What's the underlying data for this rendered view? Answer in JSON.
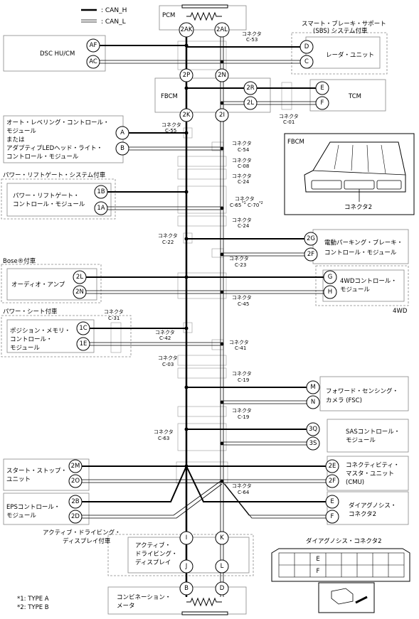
{
  "legend": {
    "can_h": ": CAN_H",
    "can_l": ": CAN_L"
  },
  "modules": {
    "pcm": "PCM",
    "sbs_note_1": "スマート・ブレーキ・サポート",
    "sbs_note_2": "(SBS) システム付車",
    "dsc": "DSC HU/CM",
    "radar": "レーダ・ユニット",
    "fbcm": "FBCM",
    "tcm": "TCM",
    "leveling_1": "オート・レベリング・コントロール・",
    "leveling_2": "モジュール",
    "leveling_3": "または",
    "leveling_4": "アダプティブLEDヘッド・ライト・",
    "leveling_5": "コントロール・モジュール",
    "liftgate_note": "パワー・リフトゲート・システム付車",
    "liftgate_1": "パワー・リフトゲート・",
    "liftgate_2": "コントロール・モジュール",
    "epb_1": "電動パーキング・ブレーキ・",
    "epb_2": "コントロール・モジュール",
    "bose_note": "Bose®付車",
    "audio": "オーディオ・アンプ",
    "awd_1": "4WDコントロール・",
    "awd_2": "モジュール",
    "awd_note": "4WD",
    "seat_note": "パワー・シート付車",
    "seat_1": "ポジション・メモリ・",
    "seat_2": "コントロール・",
    "seat_3": "モジュール",
    "fsc_1": "フォワード・センシング・",
    "fsc_2": "カメラ (FSC)",
    "sas_1": "SASコントロール・",
    "sas_2": "モジュール",
    "ss_1": "スタート・ストップ・",
    "ss_2": "ユニット",
    "cmu_1": "コネクティビティ・",
    "cmu_2": "マスタ・ユニット",
    "cmu_3": "(CMU)",
    "eps_1": "EPSコントロール・",
    "eps_2": "モジュール",
    "diag_1": "ダイアグノシス・",
    "diag_2": "コネクタ2",
    "add_note_1": "アクティブ・ドライビング・",
    "add_note_2": "ディスプレイ付車",
    "add_1": "アクティブ・",
    "add_2": "ドライビング・",
    "add_3": "ディスプレイ",
    "combi_1": "コンビネーション・",
    "combi_2": "メータ",
    "fbcm_inset_title": "FBCM",
    "fbcm_inset_conn": "コネクタ2",
    "diag_inset_title": "ダイアグノシス・コネクタ2"
  },
  "connector_word": "コネクタ",
  "connectors": {
    "c53": "C-53",
    "c55": "C-55",
    "c01": "C-01",
    "c54": "C-54",
    "c08": "C-08",
    "c24a": "C-24",
    "c65": "C-65",
    "c70": "C-70",
    "c24b": "C-24",
    "c22": "C-22",
    "c23": "C-23",
    "c45": "C-45",
    "c31": "C-31",
    "c42": "C-42",
    "c41": "C-41",
    "c03": "C-03",
    "c19a": "C-19",
    "c19b": "C-19",
    "c63": "C-63",
    "c64": "C-64"
  },
  "superscripts": {
    "s1": "*1",
    "s2": "*2"
  },
  "pins": {
    "2AK": "2AK",
    "2AL": "2AL",
    "AF": "AF",
    "AC": "AC",
    "D_sbs": "D",
    "C_sbs": "C",
    "2P": "2P",
    "2N_fbcm": "2N",
    "2R": "2R",
    "2L_fbcm": "2L",
    "E_tcm": "E",
    "F_tcm": "F",
    "2K": "2K",
    "2I": "2I",
    "A": "A",
    "B": "B",
    "1B": "1B",
    "1A": "1A",
    "2G": "2G",
    "2F_epb": "2F",
    "2L_audio": "2L",
    "2N_audio": "2N",
    "G": "G",
    "H": "H",
    "1C": "1C",
    "1E": "1E",
    "M": "M",
    "N": "N",
    "3Q": "3Q",
    "3S": "3S",
    "2M": "2M",
    "2O": "2O",
    "2E": "2E",
    "2F_cmu": "2F",
    "2B": "2B",
    "2D": "2D",
    "E_diag": "E",
    "F_diag": "F",
    "I": "I",
    "K": "K",
    "J": "J",
    "L": "L",
    "B_meter": "B",
    "D_meter": "D"
  },
  "diag_pins": {
    "e": "E",
    "f": "F"
  },
  "notes": {
    "n1": "*1: TYPE A",
    "n2": "*2: TYPE B"
  }
}
